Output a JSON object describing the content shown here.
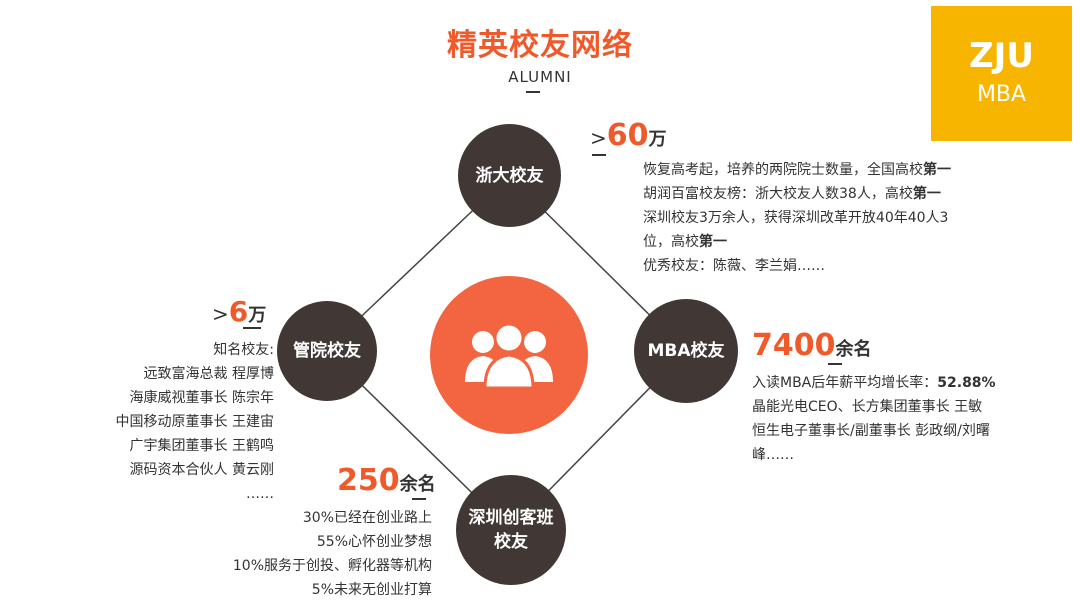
{
  "header": {
    "title": "精英校友网络",
    "subtitle": "ALUMNI"
  },
  "logo": {
    "line1": "ZJU",
    "line2": "MBA"
  },
  "nodes": {
    "zju": "浙大校友",
    "mgmt": "管院校友",
    "mba": "MBA校友",
    "sz_line1": "深圳创客班",
    "sz_line2": "校友"
  },
  "zju_stat": {
    "prefix": ">",
    "number": "60",
    "unit": "万",
    "lines": [
      {
        "text": "恢复高考起，培养的两院院士数量，全国高校",
        "bold": "第一"
      },
      {
        "text": "胡润百富校友榜：浙大校友人数38人，高校",
        "bold": "第一"
      },
      {
        "text": "深圳校友3万余人，获得深圳改革开放40年40人3",
        "bold": ""
      },
      {
        "text": "位，高校",
        "bold": "第一"
      },
      {
        "text": "优秀校友：陈薇、李兰娟……",
        "bold": ""
      }
    ]
  },
  "mgmt_stat": {
    "prefix": ">",
    "number": "6",
    "unit": "万",
    "lines": [
      "知名校友:",
      "远致富海总裁 程厚博",
      "海康威视董事长 陈宗年",
      "中国移动原董事长 王建宙",
      "广宇集团董事长 王鹤鸣",
      "源码资本合伙人 黄云刚",
      "……"
    ]
  },
  "mba_stat": {
    "number": "7400",
    "unit": "余名",
    "lines": [
      {
        "text": "入读MBA后年薪平均增长率：",
        "bold": "52.88%"
      },
      {
        "text": "晶能光电CEO、长方集团董事长  王敏",
        "bold": ""
      },
      {
        "text": "恒生电子董事长/副董事长 彭政纲/刘曙",
        "bold": ""
      },
      {
        "text": "峰……",
        "bold": ""
      }
    ]
  },
  "sz_stat": {
    "number": "250",
    "unit": "余名",
    "lines": [
      "30%已经在创业路上",
      "55%心怀创业梦想",
      "10%服务于创投、孵化器等机构",
      "5%未来无创业打算"
    ]
  },
  "colors": {
    "accent": "#f05a2b",
    "node": "#413835",
    "center": "#f26540",
    "logo": "#f7b500"
  },
  "icons": {
    "center": "group-people-icon"
  }
}
